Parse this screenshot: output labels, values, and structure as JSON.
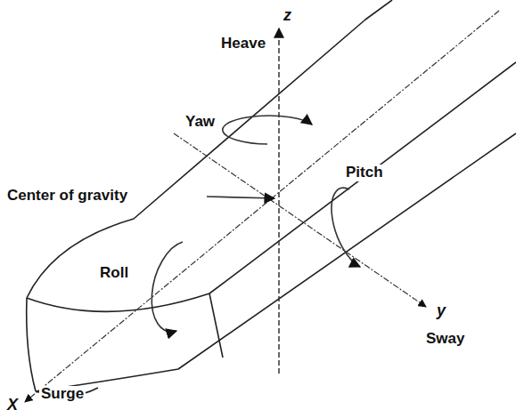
{
  "diagram": {
    "labels": [
      "z",
      "Heave",
      "Yaw",
      "Center of gravity",
      "Pitch",
      "Roll",
      "y",
      "Sway",
      "X",
      "Surge"
    ]
  }
}
